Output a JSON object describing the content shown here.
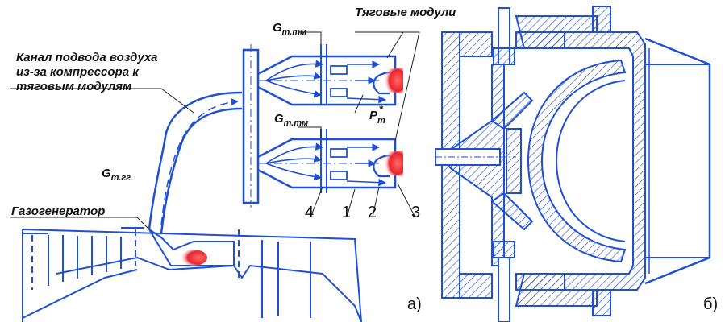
{
  "diagram": {
    "left_panel": {
      "label_traction_modules": "Тяговые модули",
      "label_air_channel_line1": "Канал подвода воздуха",
      "label_air_channel_line2": "из-за компрессора к",
      "label_air_channel_line3": "тяговым модулям",
      "label_gas_generator": "Газогенератор",
      "label_g_ttm_top": "G",
      "label_g_ttm_top_sub": "т.тм",
      "label_g_ttm_bottom": "G",
      "label_g_ttm_bottom_sub": "т.тм",
      "label_g_tgg": "G",
      "label_g_tgg_sub": "т.гг",
      "label_p": "P",
      "label_p_sub": "m",
      "label_p_sup": "*",
      "callouts": [
        "4",
        "1",
        "2",
        "3"
      ],
      "panel_letter": "а)"
    },
    "right_panel": {
      "panel_letter": "б)"
    },
    "colors": {
      "line": "#1f4fd8",
      "flame": "#e8242c",
      "text": "#111111"
    }
  }
}
